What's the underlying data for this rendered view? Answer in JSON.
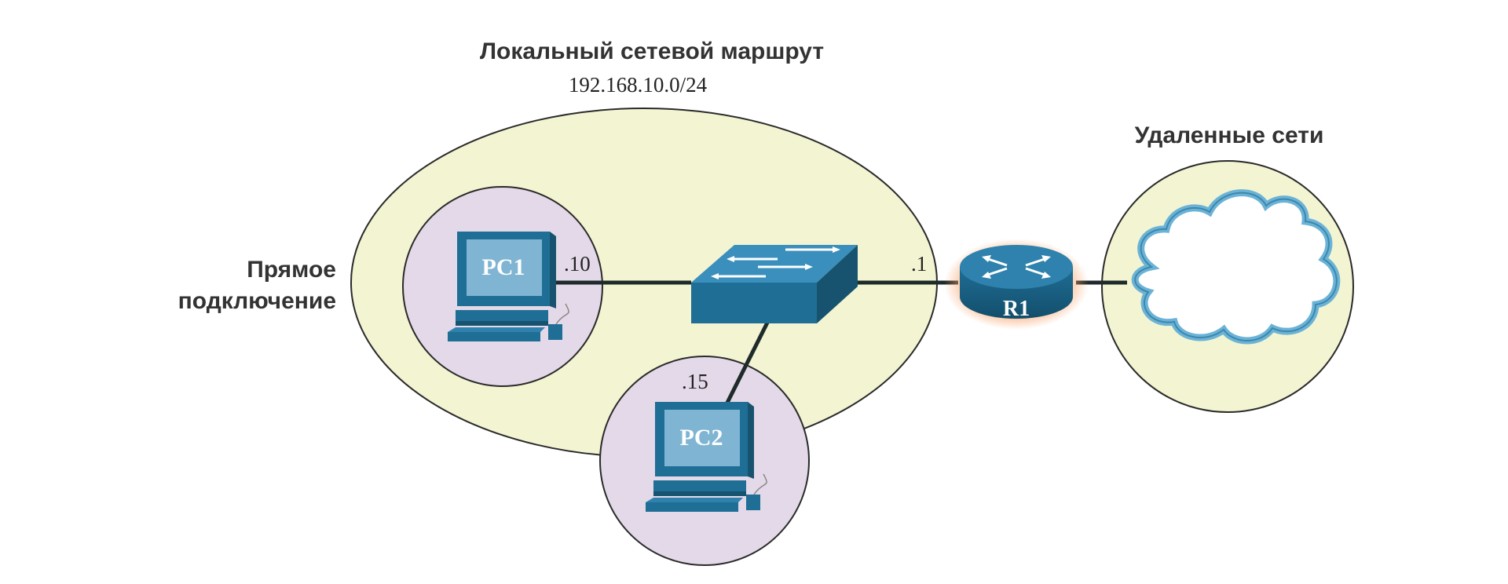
{
  "local_route": {
    "title": "Локальный сетевой маршрут",
    "subnet": "192.168.10.0/24"
  },
  "direct_connection": {
    "line1": "Прямое",
    "line2": "подключение"
  },
  "remote_networks": {
    "title": "Удаленные сети"
  },
  "devices": {
    "pc1": {
      "label": "PC1",
      "addr": ".10"
    },
    "pc2": {
      "label": "PC2",
      "addr": ".15"
    },
    "router": {
      "label": "R1",
      "addr": ".1"
    }
  },
  "colors": {
    "local_zone": "#f3f4d2",
    "host_zone": "#e3d9e8",
    "remote_zone": "#f3f4d2",
    "device_blue": "#1f6e96",
    "device_dark": "#17536f",
    "cloud_stroke": "#6bb3d6",
    "router_glow": "#f7a26a"
  }
}
